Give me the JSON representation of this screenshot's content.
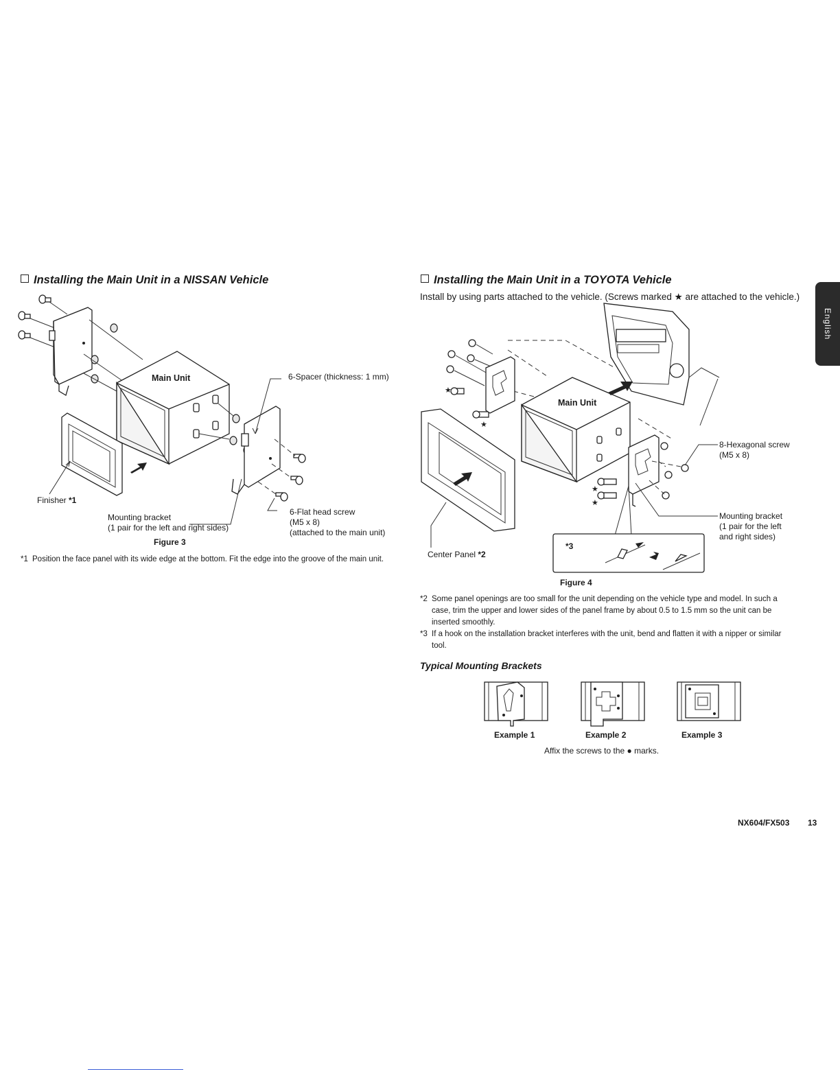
{
  "nissan": {
    "heading": "Installing the Main Unit in a NISSAN Vehicle",
    "labels": {
      "main_unit": "Main Unit",
      "spacer": "6-Spacer (thickness: 1 mm)",
      "finisher": "Finisher ",
      "finisher_ref": "*1",
      "bracket_line1": "Mounting bracket",
      "bracket_line2": "(1 pair for the left and right sides)",
      "screw_line1": "6-Flat head screw",
      "screw_line2": "(M5 x 8)",
      "screw_line3": "(attached to the main unit)"
    },
    "figure_caption": "Figure 3",
    "note_mark": "*1",
    "note_text": "Position the face panel with its wide edge at the bottom. Fit the edge into the groove of the main unit."
  },
  "toyota": {
    "heading": "Installing the Main Unit in a TOYOTA Vehicle",
    "intro": "Install by using parts attached to the vehicle. (Screws marked ★ are attached to the vehicle.)",
    "labels": {
      "main_unit": "Main Unit",
      "hex_line1": "8-Hexagonal screw",
      "hex_line2": "(M5 x 8)",
      "bracket_line1": "Mounting bracket",
      "bracket_line2": "(1 pair for the left",
      "bracket_line3": "and right sides)",
      "center_panel": "Center Panel ",
      "center_panel_ref": "*2",
      "callout_ref": "*3"
    },
    "figure_caption": "Figure 4",
    "notes": [
      {
        "mark": "*2",
        "text": "Some panel openings are too small for the unit depending on the vehicle type and model. In such a case, trim the upper and lower sides of the panel frame by about 0.5 to 1.5 mm so the unit can be inserted smoothly."
      },
      {
        "mark": "*3",
        "text": "If a hook on the installation bracket interferes with the unit, bend and flatten it with a nipper or similar tool."
      }
    ],
    "typical_heading": "Typical Mounting Brackets",
    "examples": [
      "Example 1",
      "Example 2",
      "Example 3"
    ],
    "affix_text": "Affix the screws to the ● marks."
  },
  "side_tab": "English",
  "footer": {
    "model": "NX604/FX503",
    "page": "13"
  },
  "colors": {
    "tab_bg": "#2b2b2b",
    "text": "#1a1a1a",
    "link_rule": "#3b5ed8"
  }
}
